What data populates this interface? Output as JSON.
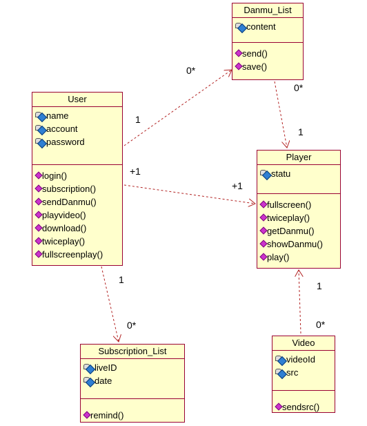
{
  "classes": {
    "danmu_list": {
      "name": "Danmu_List",
      "attributes": [
        "content"
      ],
      "operations": [
        "send()",
        "save()"
      ]
    },
    "user": {
      "name": "User",
      "attributes": [
        "name",
        "account",
        "password"
      ],
      "operations": [
        "login()",
        "subscription()",
        "sendDanmu()",
        "playvideo()",
        "download()",
        "twiceplay()",
        "fullscreenplay()"
      ]
    },
    "player": {
      "name": "Player",
      "attributes": [
        "statu"
      ],
      "operations": [
        "fullscreen()",
        "twiceplay()",
        "getDanmu()",
        "showDanmu()",
        "play()"
      ]
    },
    "subscription_list": {
      "name": "Subscription_List",
      "attributes": [
        "liveID",
        "date"
      ],
      "operations": [
        "remind()"
      ]
    },
    "video": {
      "name": "Video",
      "attributes": [
        "videoId",
        "src"
      ],
      "operations": [
        "sendsrc()"
      ]
    }
  },
  "multiplicities": {
    "user_danmu_src": "1",
    "user_danmu_dst": "0*",
    "danmu_player_src": "0*",
    "danmu_player_dst": "1",
    "user_player_src": "+1",
    "user_player_dst": "+1",
    "user_sub_src": "1",
    "user_sub_dst": "0*",
    "video_player_dst": "1",
    "video_player_src": "0*"
  },
  "colors": {
    "class_fill": "#ffffcc",
    "class_border": "#990033",
    "link": "#b22222"
  }
}
